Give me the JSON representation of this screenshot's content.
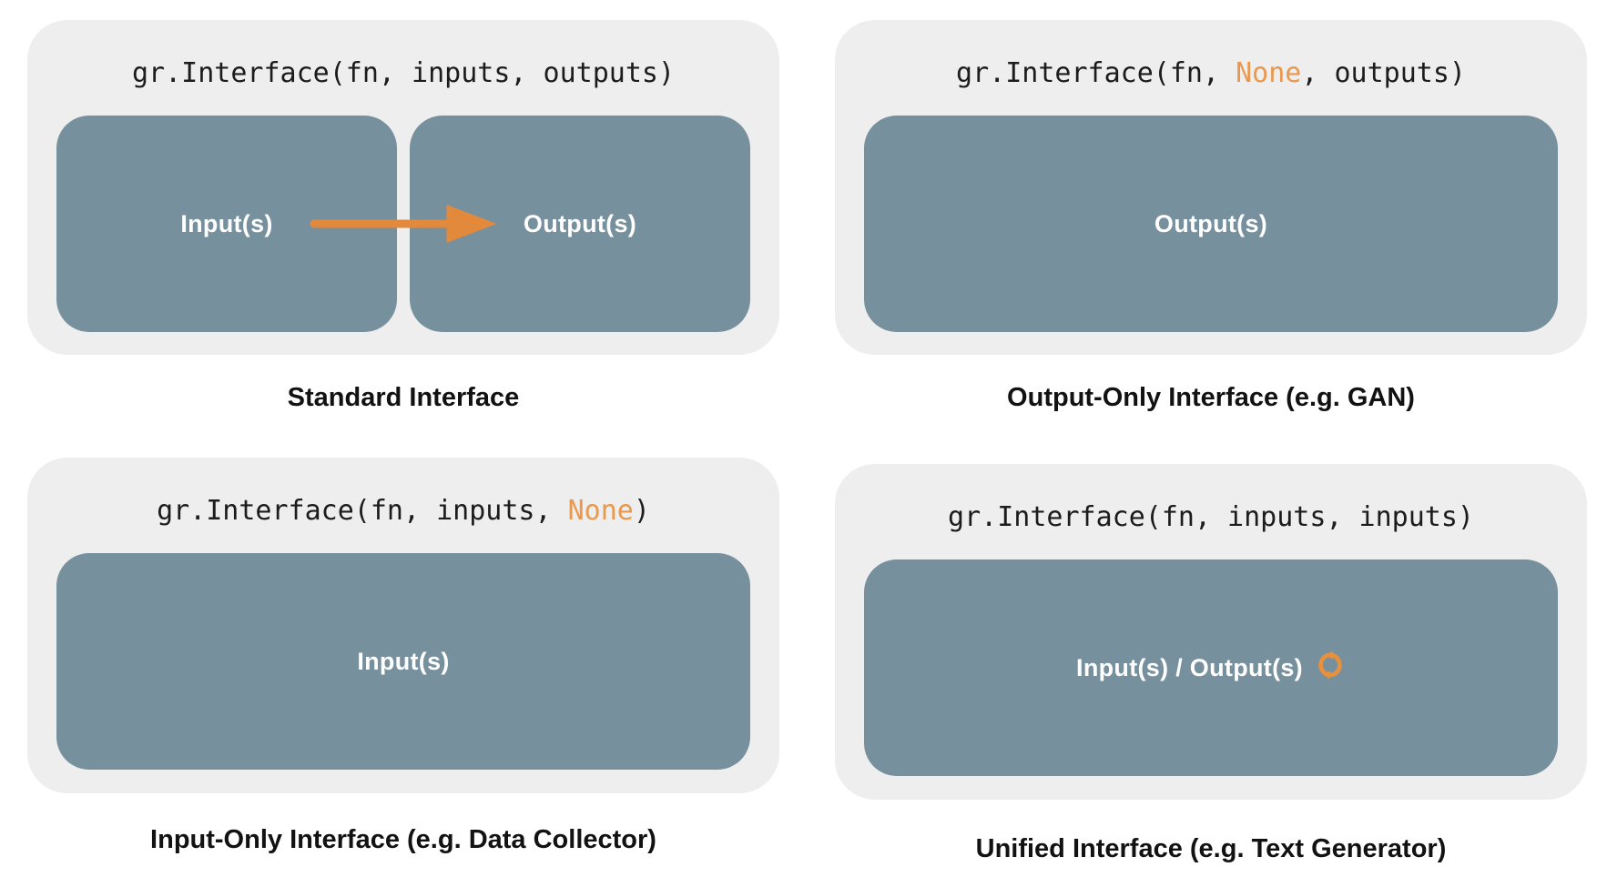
{
  "colors": {
    "background": "#ffffff",
    "panel_bg": "#eeeeee",
    "box_bg": "#77909e",
    "box_text": "#ffffff",
    "code_text": "#1c1c1c",
    "code_highlight_orange": "#e9984e",
    "arrow_orange": "#e2893b",
    "cycle_icon_orange": "#e8913d",
    "caption_text": "#121212"
  },
  "panels": [
    {
      "name": "standard",
      "code_prefix": "gr.Interface(fn, inputs, outputs)",
      "code_highlight": "",
      "code_suffix": "",
      "box_left_label": "Input(s)",
      "box_right_label": "Output(s)",
      "arrow_icon": "right-arrow",
      "caption": "Standard Interface"
    },
    {
      "name": "output-only",
      "code_prefix": "gr.Interface(fn, ",
      "code_highlight": "None",
      "code_suffix": ", outputs)",
      "box_label": "Output(s)",
      "caption": "Output-Only Interface (e.g. GAN)"
    },
    {
      "name": "input-only",
      "code_prefix": "gr.Interface(fn, inputs, ",
      "code_highlight": "None",
      "code_suffix": ")",
      "box_label": "Input(s)",
      "caption": "Input-Only Interface (e.g. Data Collector)"
    },
    {
      "name": "unified",
      "code_prefix": "gr.Interface(fn, inputs, inputs)",
      "code_highlight": "",
      "code_suffix": "",
      "box_label": "Input(s) / Output(s)",
      "icon": "cycle-icon",
      "caption": "Unified Interface (e.g. Text Generator)"
    }
  ]
}
